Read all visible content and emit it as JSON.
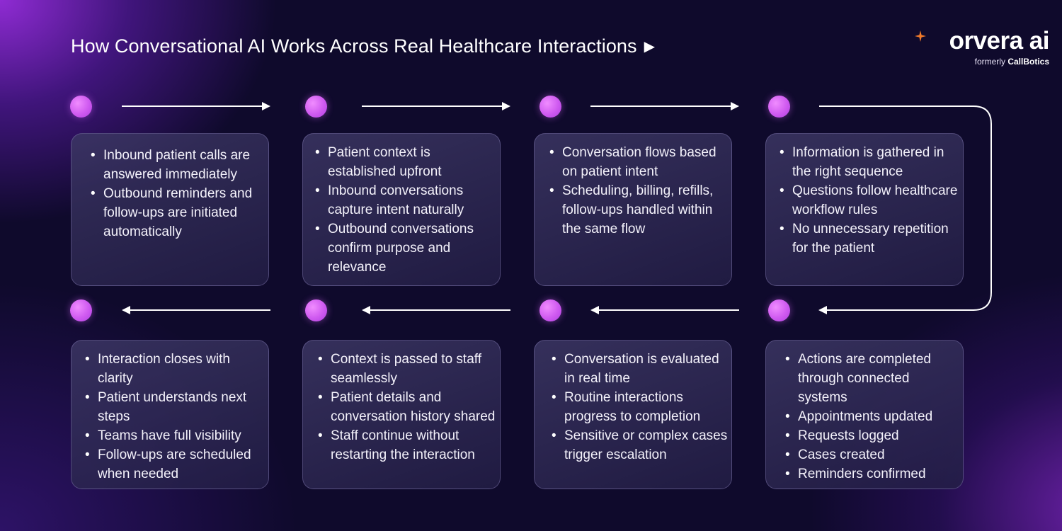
{
  "title": "How Conversational AI Works Across Real Healthcare Interactions",
  "title_icon": "play-triangle-icon",
  "brand": {
    "name": "orvera ai",
    "formerly_prefix": "formerly",
    "formerly_name": "CallBotics",
    "accent_color": "#f07a2a"
  },
  "colors": {
    "dot": "#d865f2",
    "background": "#0f0a2c"
  },
  "steps": [
    {
      "bullets": [
        "Inbound patient calls are answered immediately",
        "Outbound reminders and follow-ups are initiated automatically"
      ]
    },
    {
      "bullets": [
        "Patient context is established upfront",
        "Inbound conversations capture intent naturally",
        "Outbound conversations confirm purpose and relevance"
      ]
    },
    {
      "bullets": [
        "Conversation flows based on patient intent",
        "Scheduling, billing, refills, follow-ups handled within the same flow"
      ]
    },
    {
      "bullets": [
        "Information is gathered in the right sequence",
        "Questions follow healthcare workflow rules",
        "No unnecessary repetition for the patient"
      ]
    },
    {
      "bullets": [
        "Actions are completed through connected systems",
        "Appointments updated",
        "Requests logged",
        "Cases created",
        "Reminders confirmed"
      ]
    },
    {
      "bullets": [
        "Conversation is evaluated in real time",
        "Routine interactions progress to completion",
        "Sensitive or complex cases trigger escalation"
      ]
    },
    {
      "bullets": [
        "Context is passed to staff seamlessly",
        "Patient details and conversation history shared",
        "Staff continue without restarting the interaction"
      ]
    },
    {
      "bullets": [
        "Interaction closes with clarity",
        "Patient understands next steps",
        "Teams have full visibility",
        "Follow-ups are scheduled when needed"
      ]
    }
  ]
}
